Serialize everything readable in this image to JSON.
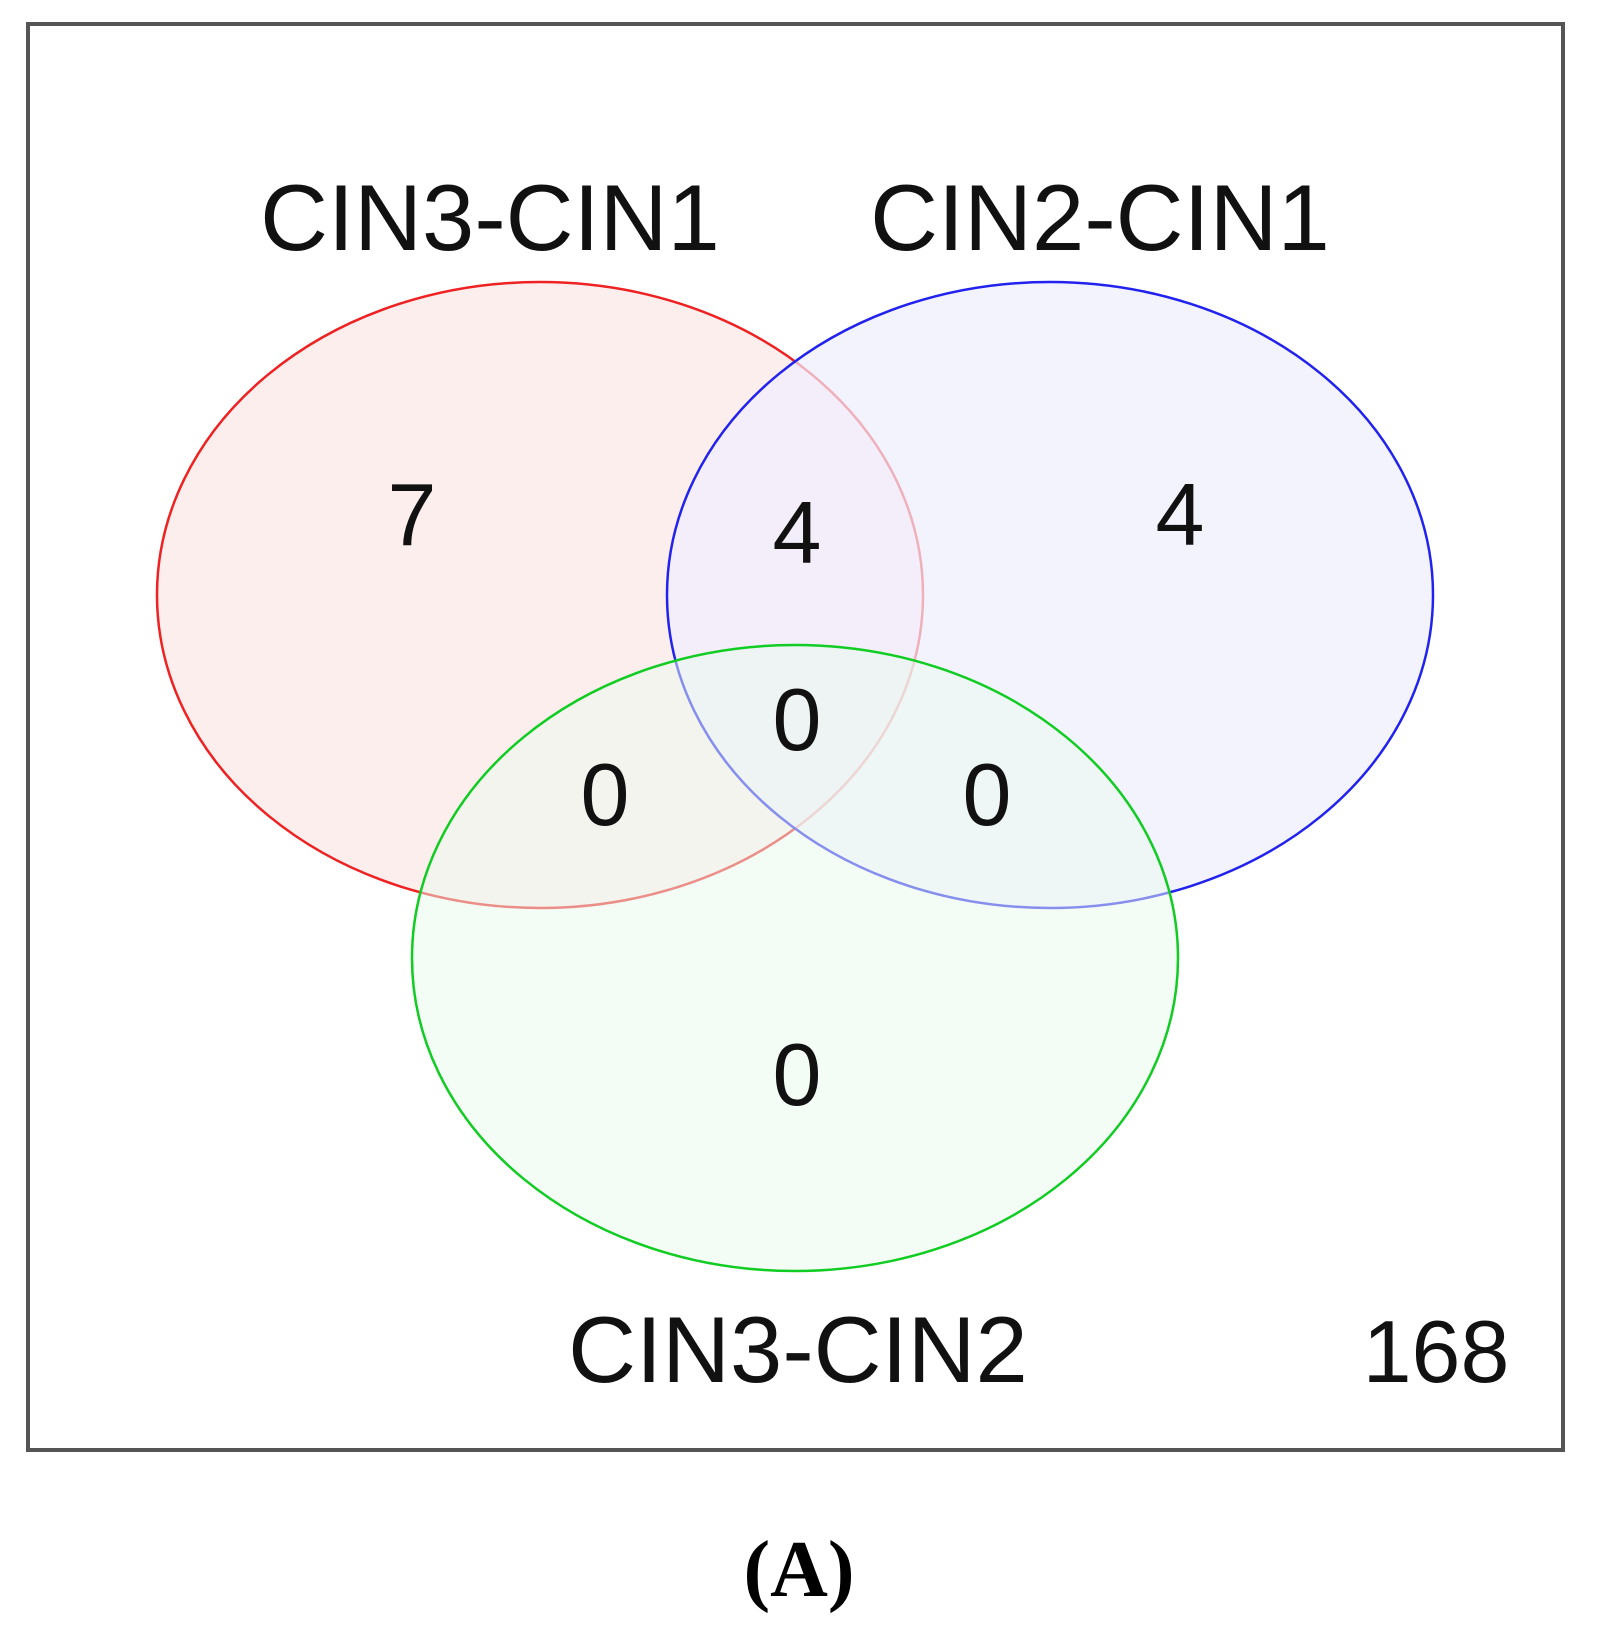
{
  "figure": {
    "sets": [
      {
        "key": "a",
        "label": "CIN3-CIN1",
        "stroke": "#ee2222",
        "fill": "#fdeeee"
      },
      {
        "key": "b",
        "label": "CIN2-CIN1",
        "stroke": "#2222ee",
        "fill": "#eeeefd"
      },
      {
        "key": "c",
        "label": "CIN3-CIN2",
        "stroke": "#11cc22",
        "fill": "#e9f9ee"
      }
    ],
    "regions": {
      "a_only": "7",
      "a_b": "4",
      "b_only": "4",
      "a_b_c": "0",
      "a_c": "0",
      "b_c": "0",
      "c_only": "0",
      "outside": "168"
    },
    "panel_label": "(A)"
  }
}
